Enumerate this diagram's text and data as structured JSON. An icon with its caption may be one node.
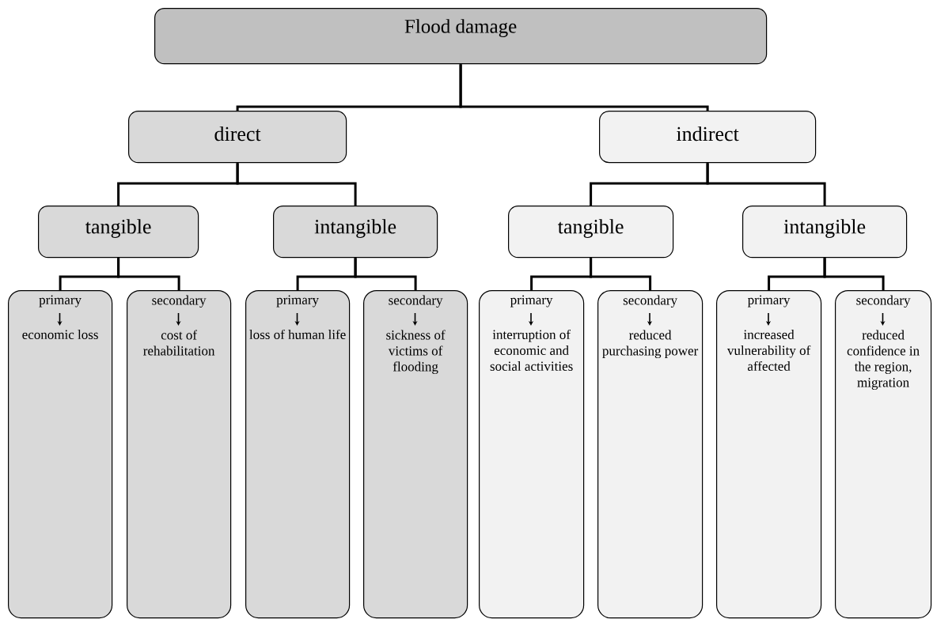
{
  "diagram": {
    "nodes": [
      {
        "text": [
          "Flood damage"
        ]
      },
      {
        "text": [
          "direct"
        ]
      },
      {
        "text": [
          "indirect"
        ]
      },
      {
        "text": [
          "tangible"
        ]
      },
      {
        "text": [
          "intangible"
        ]
      },
      {
        "text": [
          "tangible"
        ]
      },
      {
        "text": [
          "intangible"
        ]
      },
      {
        "text": [
          "primary",
          "economic loss"
        ]
      },
      {
        "text": [
          "secondary",
          "cost of rehabilitation"
        ]
      },
      {
        "text": [
          "primary",
          "loss of human life"
        ]
      },
      {
        "text": [
          "secondary",
          "sickness of victims of flooding"
        ]
      },
      {
        "text": [
          "primary",
          "interruption of economic and social activities"
        ]
      },
      {
        "text": [
          "secondary",
          "reduced purchasing power"
        ]
      },
      {
        "text": [
          "primary",
          "increased vulnerability of affected"
        ]
      },
      {
        "text": [
          "secondary",
          "reduced confidence in the region, migration"
        ]
      }
    ],
    "edges": [
      {
        "from": 0,
        "to": 1,
        "arrow": "none"
      },
      {
        "from": 0,
        "to": 2,
        "arrow": "none"
      },
      {
        "from": 1,
        "to": 3,
        "arrow": "none"
      },
      {
        "from": 1,
        "to": 4,
        "arrow": "none"
      },
      {
        "from": 2,
        "to": 5,
        "arrow": "none"
      },
      {
        "from": 2,
        "to": 6,
        "arrow": "none"
      },
      {
        "from": 3,
        "to": 7,
        "arrow": "none"
      },
      {
        "from": 3,
        "to": 8,
        "arrow": "none"
      },
      {
        "from": 4,
        "to": 9,
        "arrow": "none"
      },
      {
        "from": 4,
        "to": 10,
        "arrow": "none"
      },
      {
        "from": 5,
        "to": 11,
        "arrow": "none"
      },
      {
        "from": 5,
        "to": 12,
        "arrow": "none"
      },
      {
        "from": 6,
        "to": 13,
        "arrow": "none"
      },
      {
        "from": 6,
        "to": 14,
        "arrow": "none"
      }
    ]
  }
}
